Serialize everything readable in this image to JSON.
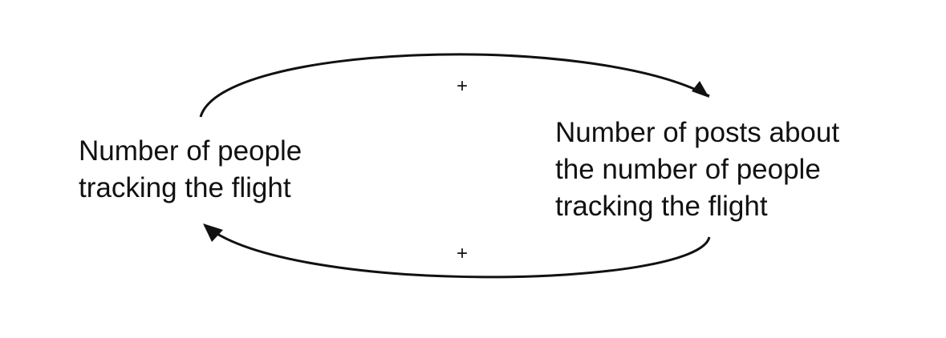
{
  "nodes": {
    "left": {
      "lines": [
        "Number of people",
        "tracking the flight"
      ]
    },
    "right": {
      "lines": [
        "Number of posts about",
        "the number of people",
        "tracking the flight"
      ]
    }
  },
  "links": {
    "top": {
      "from": "left",
      "to": "right",
      "polarity": "+"
    },
    "bottom": {
      "from": "right",
      "to": "left",
      "polarity": "+"
    }
  },
  "colors": {
    "stroke": "#111111",
    "text": "#111111",
    "background": "#ffffff"
  }
}
